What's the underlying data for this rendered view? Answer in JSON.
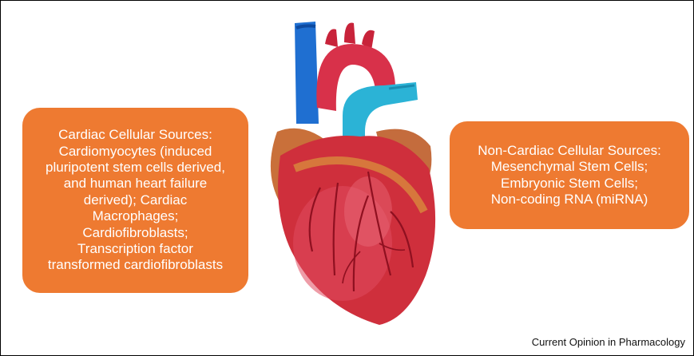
{
  "colors": {
    "box_fill": "#ee7a31",
    "box_text": "#ffffff",
    "heart_red": "#cf2f3c",
    "vein_blue": "#1f6fd1",
    "aorta_cyan": "#2bb3d6"
  },
  "left_box": {
    "text": "Cardiac Cellular Sources:\nCardiomyocytes (induced\npluripotent stem cells derived,\nand human heart failure\nderived); Cardiac\nMacrophages;\nCardiofibroblasts;\nTranscription factor\ntransformed cardiofibroblasts"
  },
  "right_box": {
    "text": "Non-Cardiac Cellular Sources:\nMesenchymal Stem Cells;\nEmbryonic Stem Cells;\nNon-coding RNA (miRNA)"
  },
  "credit": "Current Opinion in Pharmacology",
  "icons": {
    "heart": "anatomical-heart-illustration"
  }
}
